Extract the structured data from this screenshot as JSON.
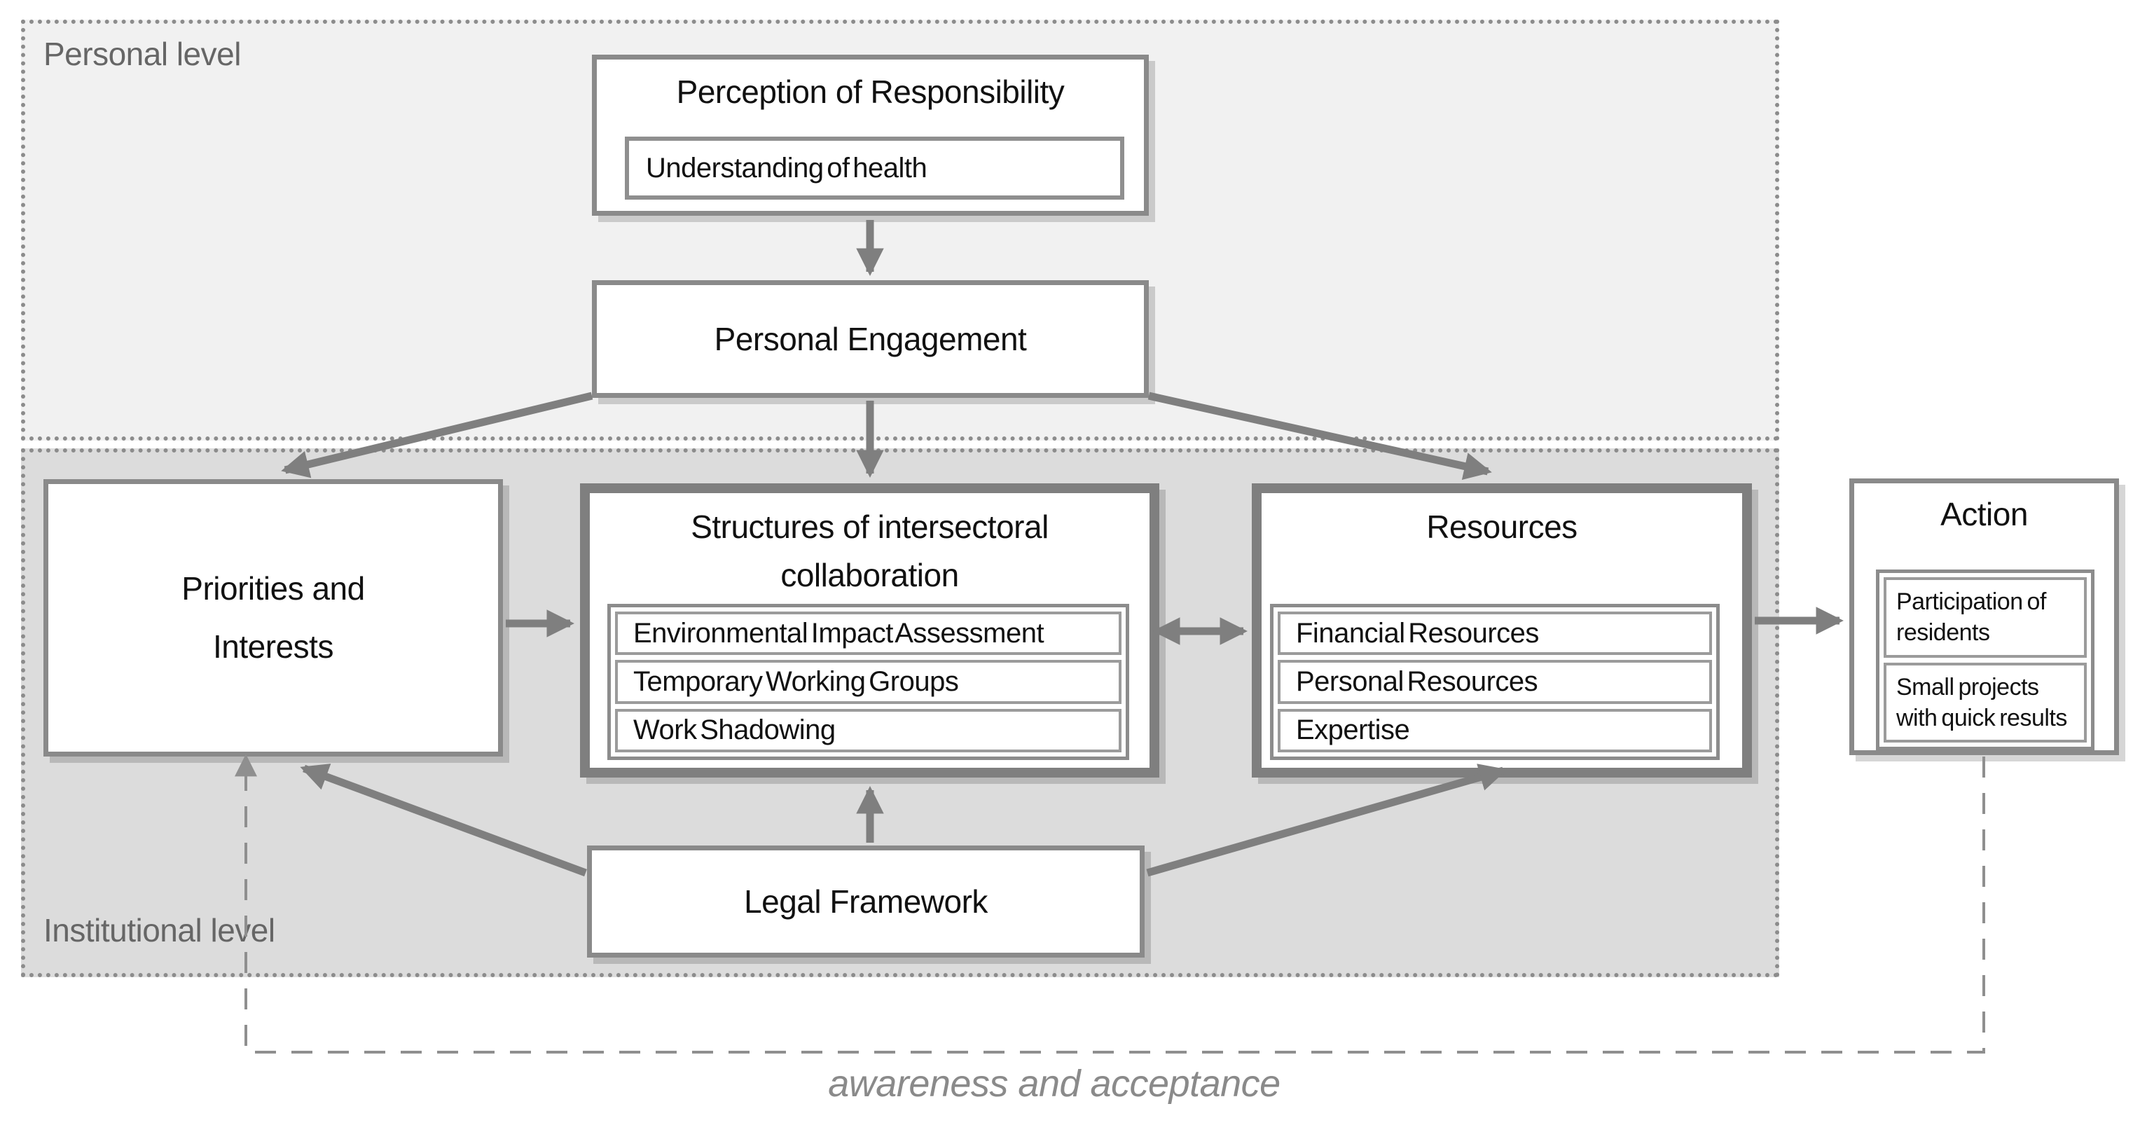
{
  "regions": {
    "personal": {
      "label": "Personal level"
    },
    "institutional": {
      "label": "Institutional level"
    }
  },
  "boxes": {
    "perception": {
      "title": "Perception of Responsibility",
      "sub_item": "Understanding of health"
    },
    "personal_engagement": {
      "title": "Personal Engagement"
    },
    "priorities": {
      "title_lines": [
        "Priorities and",
        "Interests"
      ]
    },
    "structures": {
      "title_lines": [
        "Structures of intersectoral",
        "collaboration"
      ],
      "items": [
        "Environmental Impact Assessment",
        "Temporary Working Groups",
        "Work Shadowing"
      ]
    },
    "resources": {
      "title": "Resources",
      "items": [
        "Financial Resources",
        "Personal Resources",
        "Expertise"
      ]
    },
    "action": {
      "title": "Action",
      "items": [
        "Participation of residents",
        "Small projects with quick results"
      ]
    },
    "legal": {
      "title": "Legal Framework"
    }
  },
  "annotations": {
    "feedback_loop": "awareness and acceptance"
  },
  "connections": [
    "perception -> personal_engagement",
    "personal_engagement -> priorities",
    "personal_engagement -> structures",
    "personal_engagement -> resources",
    "priorities -> structures",
    "structures <-> resources",
    "resources -> action",
    "legal -> priorities",
    "legal -> structures",
    "legal -> resources",
    "action -dashed-> priorities (awareness and acceptance)"
  ],
  "colors": {
    "canvas_bg": "#ffffff",
    "personal_region_bg": "#f1f1f1",
    "institutional_region_bg": "#dcdcdc",
    "region_border": "#8c8c8c",
    "box_border": "#8a8a8a",
    "thick_box_border": "#7f7f7f",
    "arrow": "#7f7f7f",
    "dashed_arrow": "#8f8f8f",
    "title_text": "#111111",
    "region_label_text": "#666666",
    "annotation_text": "#8a8a8a"
  }
}
